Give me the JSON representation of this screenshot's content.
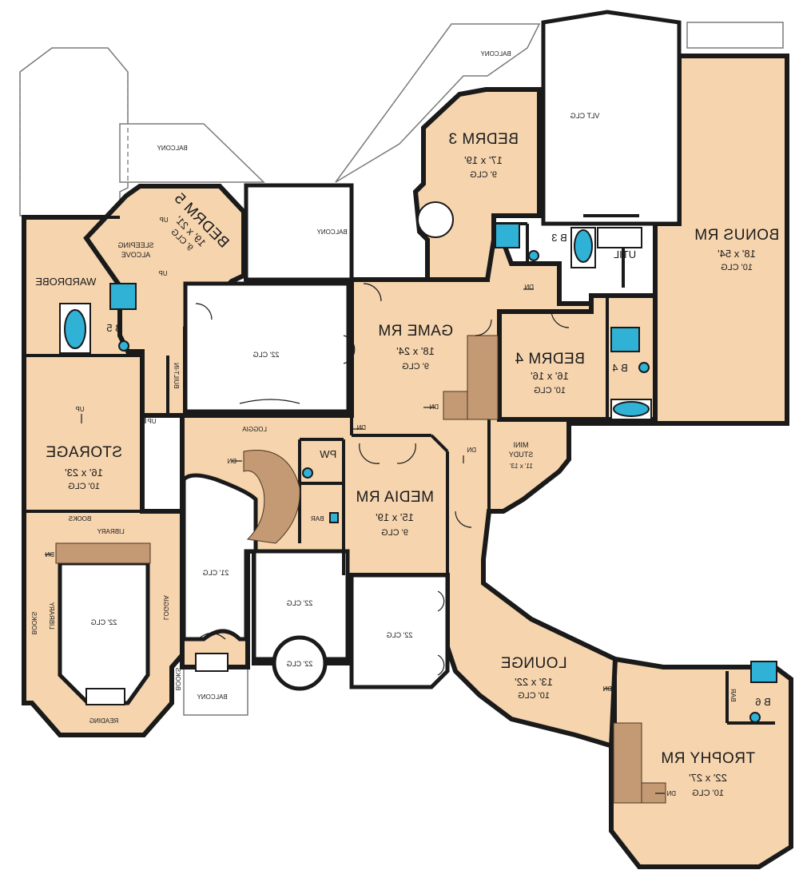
{
  "rooms": {
    "bonus": {
      "name": "BONUS RM",
      "size": "18' x 54'",
      "ceiling": "10' CLG"
    },
    "bedrm3": {
      "name": "BEDRM 3",
      "size": "17' x 19'",
      "ceiling": "9' CLG"
    },
    "bedrm4": {
      "name": "BEDRM 4",
      "size": "16' x 16'",
      "ceiling": "10' CLG"
    },
    "bedrm5": {
      "name": "BEDRM 5",
      "size": "19' x 21'",
      "ceiling": "9' CLG"
    },
    "game": {
      "name": "GAME RM",
      "size": "18' x 24'",
      "ceiling": "9' CLG"
    },
    "media": {
      "name": "MEDIA RM",
      "size": "15' x 19'",
      "ceiling": "9' CLG"
    },
    "storage": {
      "name": "STORAGE",
      "size": "16' x 23'",
      "ceiling": "10' CLG"
    },
    "lounge": {
      "name": "LOUNGE",
      "size": "13' x 22'",
      "ceiling": "10' CLG"
    },
    "trophy": {
      "name": "TROPHY RM",
      "size": "22' x 27'",
      "ceiling": "10' CLG"
    },
    "mini_study": {
      "name_line1": "MINI",
      "name_line2": "STUDY",
      "size": "11' x 13'"
    }
  },
  "labels": {
    "balcony": "BALCONY",
    "vlt_clg": "VLT CLG",
    "clg22": "22' CLG",
    "clg21": "21' CLG",
    "b3": "B 3",
    "b4": "B 4",
    "b5": "B 5",
    "b6": "B 6",
    "util": "UTIL",
    "wardrobe": "WARDROBE",
    "sleeping": "SLEEPING",
    "alcove": "ALCOVE",
    "built_in": "BUILT-IN",
    "loggia": "LOGGIA",
    "pw": "PW",
    "bar": "BAR",
    "books": "BOOKS",
    "library": "LIBRARY",
    "reading": "READING",
    "up": "UP",
    "dn": "DN"
  }
}
